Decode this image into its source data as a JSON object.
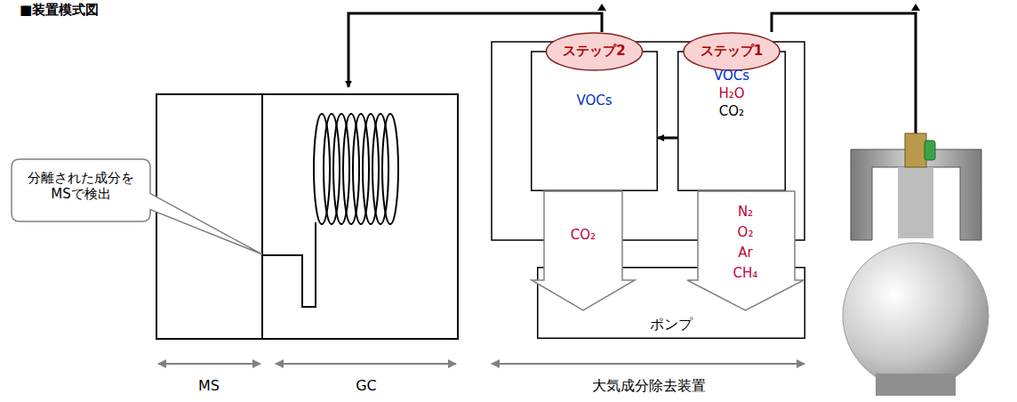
{
  "diagram": {
    "title": "■装置模式図",
    "nodes": [
      {
        "text": [
          "分離された成分をMSで検出"
        ]
      },
      {
        "text": [
          "ステップ1",
          "VOCs",
          "H₂O",
          "CO₂"
        ]
      },
      {
        "text": [
          "ステップ2",
          "VOCs"
        ]
      },
      {
        "text": [
          "CO₂"
        ]
      },
      {
        "text": [
          "N₂",
          "O₂",
          "Ar",
          "CH₄"
        ]
      },
      {
        "text": [
          "ポンプ"
        ]
      }
    ],
    "edges": [
      {
        "from": 1,
        "to": 2,
        "arrow": "to"
      }
    ],
    "labels": [
      "MS",
      "GC",
      "大気成分除去装置"
    ]
  }
}
